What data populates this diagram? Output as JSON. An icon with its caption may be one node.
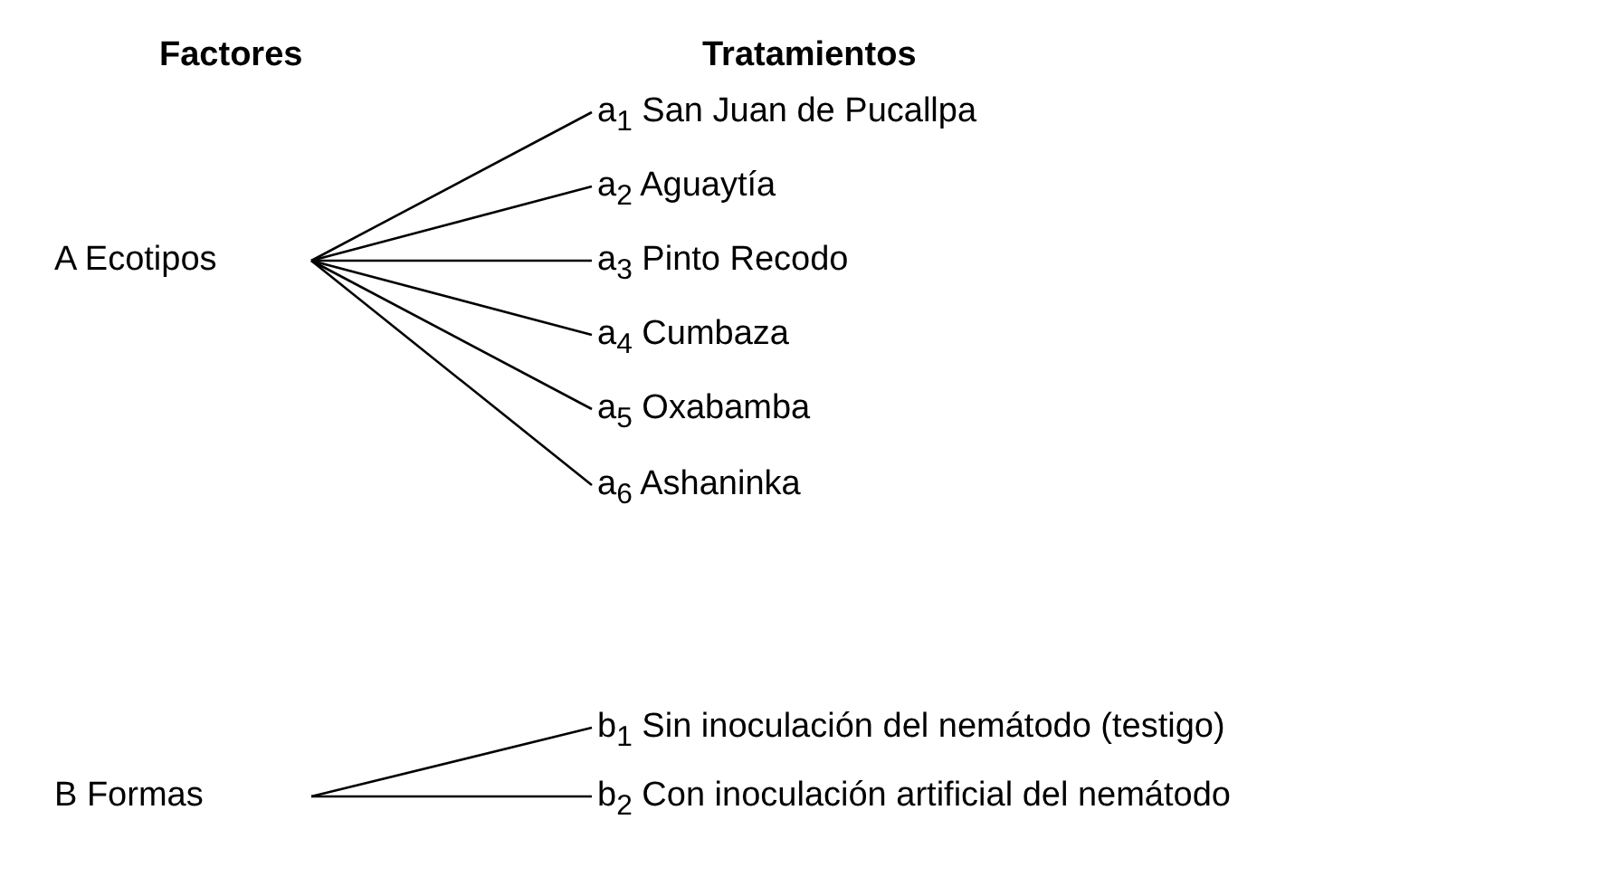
{
  "diagram": {
    "nodes": [
      {
        "text": [
          "A Ecotipos"
        ]
      },
      {
        "text": [
          "a$_{1}$ San Juan de Pucallpa"
        ]
      },
      {
        "text": [
          "a$_{2}$ Aguaytía"
        ]
      },
      {
        "text": [
          "a$_{3}$ Pinto Recodo"
        ]
      },
      {
        "text": [
          "a$_{4}$ Cumbaza"
        ]
      },
      {
        "text": [
          "a$_{5}$ Oxabamba"
        ]
      },
      {
        "text": [
          "a$_{6}$ Ashaninka"
        ]
      },
      {
        "text": [
          "B Formas"
        ]
      },
      {
        "text": [
          "b$_{1}$ Sin inoculación del nemátodo (testigo)"
        ]
      },
      {
        "text": [
          "b$_{2}$ Con inoculación artificial del nemátodo"
        ]
      }
    ],
    "edges": [
      {
        "from": 0,
        "to": 1,
        "arrow": "none"
      },
      {
        "from": 0,
        "to": 2,
        "arrow": "none"
      },
      {
        "from": 0,
        "to": 3,
        "arrow": "none"
      },
      {
        "from": 0,
        "to": 4,
        "arrow": "none"
      },
      {
        "from": 0,
        "to": 5,
        "arrow": "none"
      },
      {
        "from": 0,
        "to": 6,
        "arrow": "none"
      },
      {
        "from": 7,
        "to": 8,
        "arrow": "none"
      },
      {
        "from": 7,
        "to": 9,
        "arrow": "none"
      }
    ],
    "labels": [
      "Factores",
      "Tratamientos"
    ]
  }
}
